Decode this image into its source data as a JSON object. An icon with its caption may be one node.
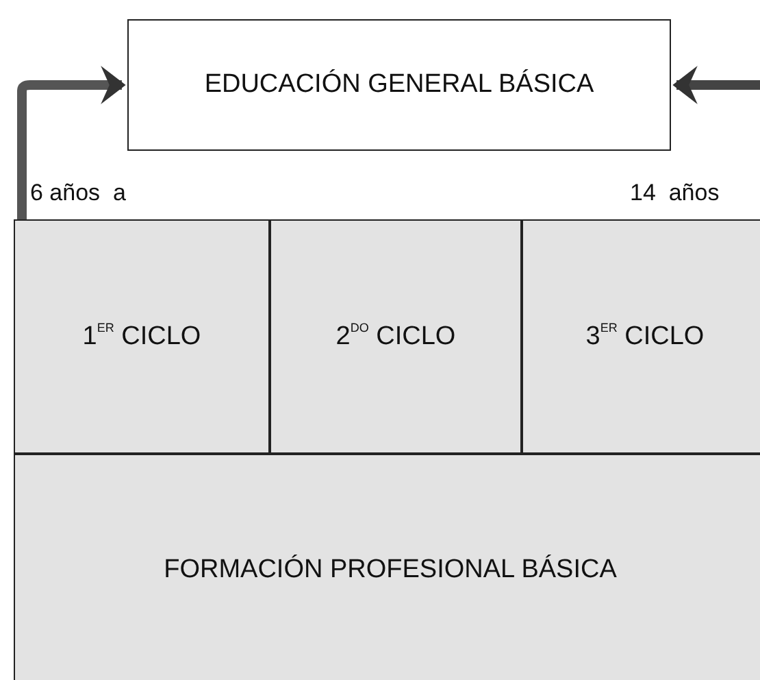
{
  "diagram": {
    "nodes": [
      {
        "text": [
          "EDUCACIÓN GENERAL BÁSICA"
        ]
      },
      {
        "text": [
          "1$^{ER}$ CICLO"
        ]
      },
      {
        "text": [
          "2$^{DO}$ CICLO"
        ]
      },
      {
        "text": [
          "3$^{ER}$ CICLO"
        ]
      },
      {
        "text": [
          "FORMACIÓN PROFESIONAL BÁSICA"
        ]
      }
    ],
    "edges": [
      {
        "from": 1,
        "to": 0,
        "arrow": "to"
      },
      {
        "from": null,
        "to": 0,
        "arrow": "to"
      }
    ],
    "labels": [
      "6 años  a",
      "14  años"
    ]
  }
}
